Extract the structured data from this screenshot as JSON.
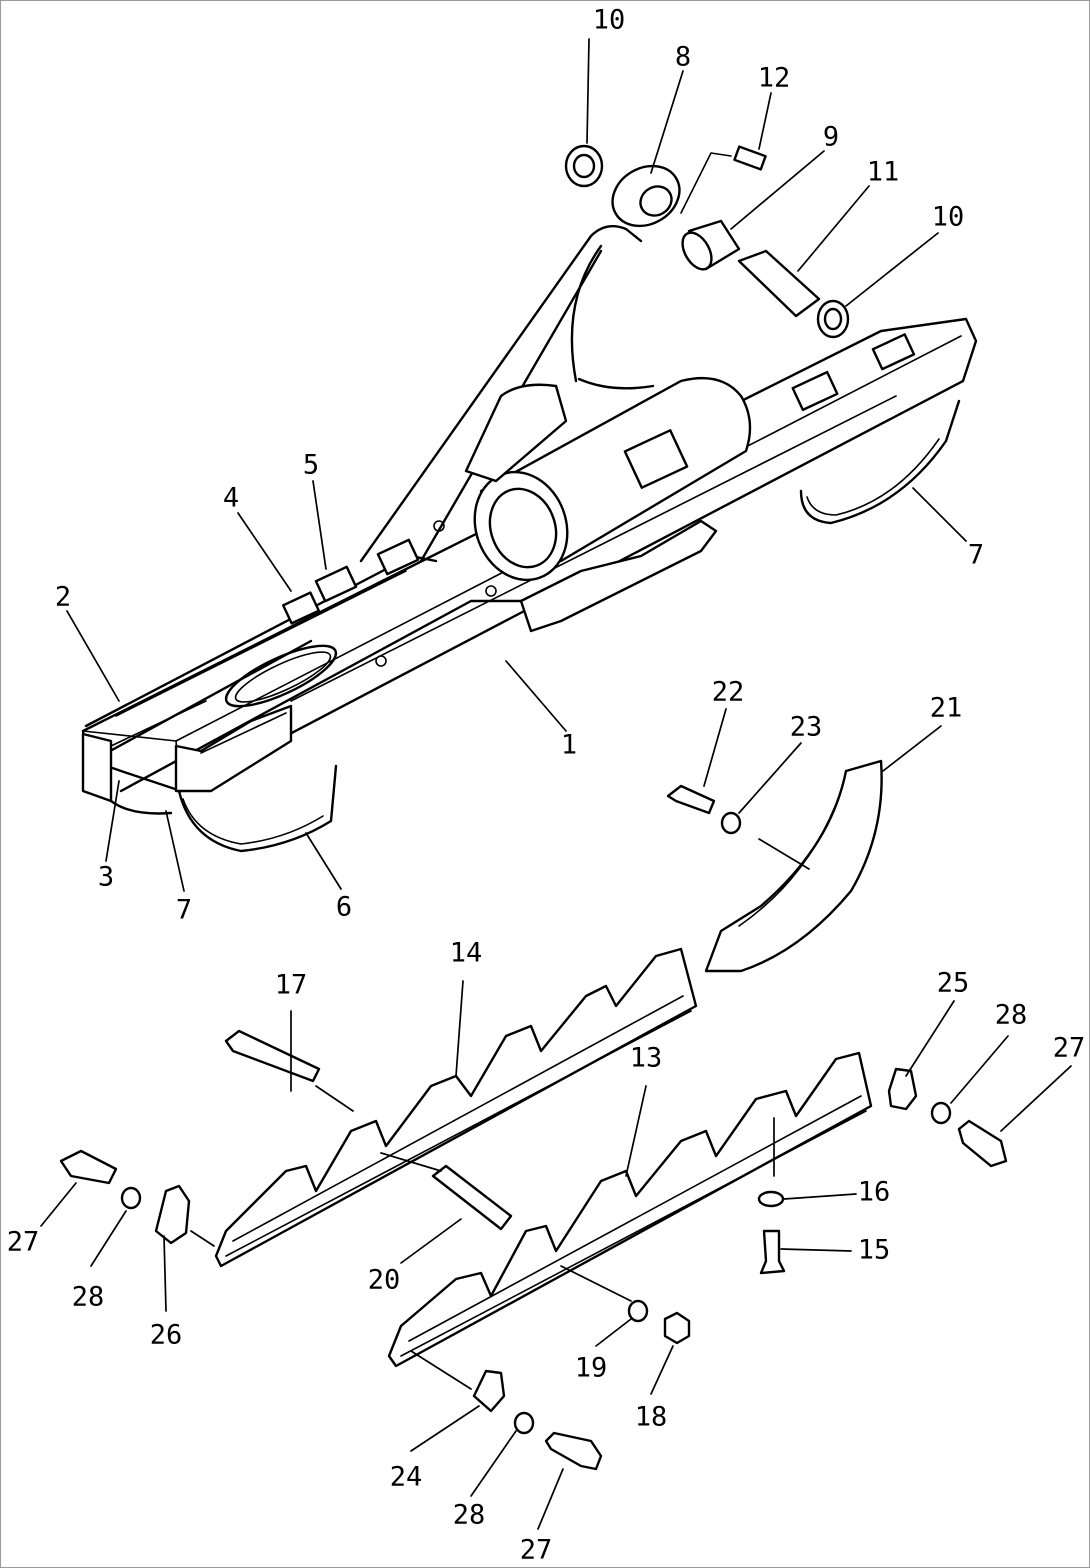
{
  "callouts": [
    {
      "id": "c1",
      "text": "1"
    },
    {
      "id": "c2",
      "text": "2"
    },
    {
      "id": "c3",
      "text": "3"
    },
    {
      "id": "c4",
      "text": "4"
    },
    {
      "id": "c5",
      "text": "5"
    },
    {
      "id": "c6",
      "text": "6"
    },
    {
      "id": "c7a",
      "text": "7"
    },
    {
      "id": "c7b",
      "text": "7"
    },
    {
      "id": "c8",
      "text": "8"
    },
    {
      "id": "c9",
      "text": "9"
    },
    {
      "id": "c10a",
      "text": "10"
    },
    {
      "id": "c10b",
      "text": "10"
    },
    {
      "id": "c11",
      "text": "11"
    },
    {
      "id": "c12",
      "text": "12"
    },
    {
      "id": "c13",
      "text": "13"
    },
    {
      "id": "c14",
      "text": "14"
    },
    {
      "id": "c15",
      "text": "15"
    },
    {
      "id": "c16",
      "text": "16"
    },
    {
      "id": "c17",
      "text": "17"
    },
    {
      "id": "c18",
      "text": "18"
    },
    {
      "id": "c19",
      "text": "19"
    },
    {
      "id": "c20",
      "text": "20"
    },
    {
      "id": "c21",
      "text": "21"
    },
    {
      "id": "c22",
      "text": "22"
    },
    {
      "id": "c23",
      "text": "23"
    },
    {
      "id": "c24",
      "text": "24"
    },
    {
      "id": "c25",
      "text": "25"
    },
    {
      "id": "c26",
      "text": "26"
    },
    {
      "id": "c27a",
      "text": "27"
    },
    {
      "id": "c27b",
      "text": "27"
    },
    {
      "id": "c27c",
      "text": "27"
    },
    {
      "id": "c28a",
      "text": "28"
    },
    {
      "id": "c28b",
      "text": "28"
    },
    {
      "id": "c28c",
      "text": "28"
    }
  ]
}
